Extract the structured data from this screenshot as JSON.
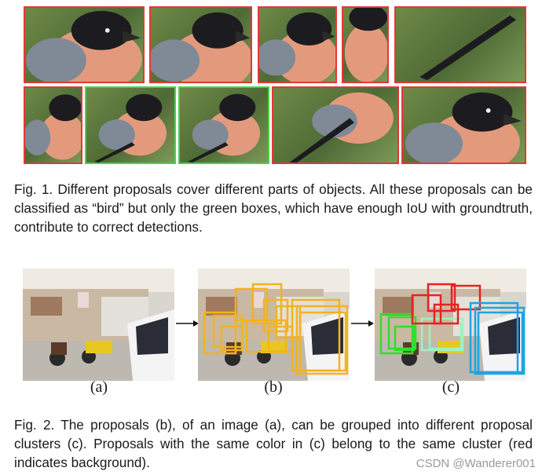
{
  "figure1": {
    "crops_row1": [
      {
        "border": "red"
      },
      {
        "border": "red"
      },
      {
        "border": "red"
      },
      {
        "border": "red"
      },
      {
        "border": "red"
      }
    ],
    "crops_row2": [
      {
        "border": "red"
      },
      {
        "border": "green"
      },
      {
        "border": "green"
      },
      {
        "border": "red"
      },
      {
        "border": "red"
      }
    ],
    "caption": "Fig. 1. Different proposals cover different parts of objects. All these proposals can be classified as “bird” but only the green boxes, which have enough IoU with groundtruth, contribute to correct detections."
  },
  "figure2": {
    "panels": [
      {
        "label": "(a)"
      },
      {
        "label": "(b)"
      },
      {
        "label": "(c)"
      }
    ],
    "caption": "Fig. 2. The proposals (b), of an image (a), can be grouped into different proposal clusters (c). Proposals with the same color in (c) belong to the same cluster (red indicates background)."
  },
  "watermark": "CSDN @Wanderer001",
  "colors": {
    "proposal_red": "#e03a35",
    "proposal_green": "#45d34a",
    "proposal_orange": "#f2b31e",
    "cluster_green": "#2ee02a",
    "cluster_mint": "#9ff2c0",
    "cluster_red": "#e8231f",
    "cluster_blue": "#1ea3e0"
  }
}
